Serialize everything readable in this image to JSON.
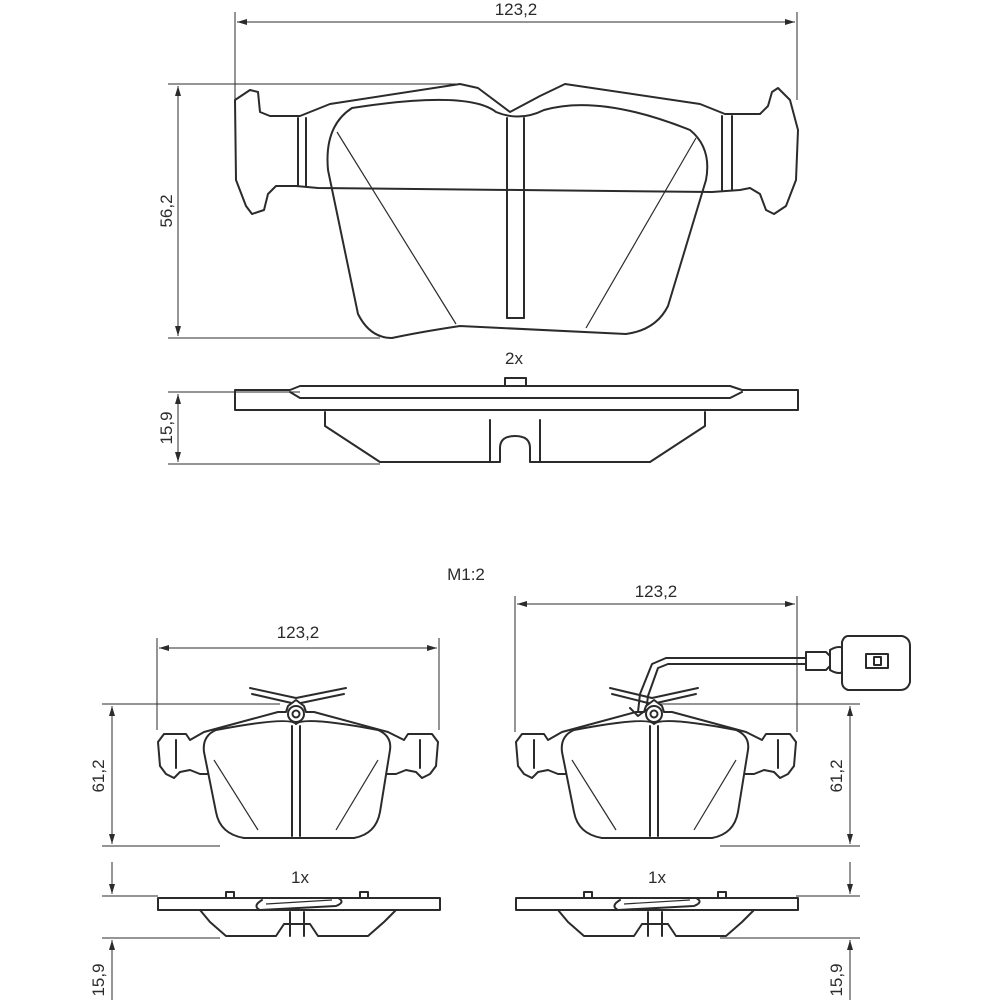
{
  "front_pad": {
    "width": "123,2",
    "height": "56,2",
    "thickness": "15,9",
    "quantity": "2x"
  },
  "scale_label": "M1:2",
  "rear_pad_left": {
    "width": "123,2",
    "height": "61,2",
    "thickness": "15,9",
    "quantity": "1x"
  },
  "rear_pad_right": {
    "width": "123,2",
    "height": "61,2",
    "thickness": "15,9",
    "quantity": "1x",
    "has_wear_sensor": true
  }
}
